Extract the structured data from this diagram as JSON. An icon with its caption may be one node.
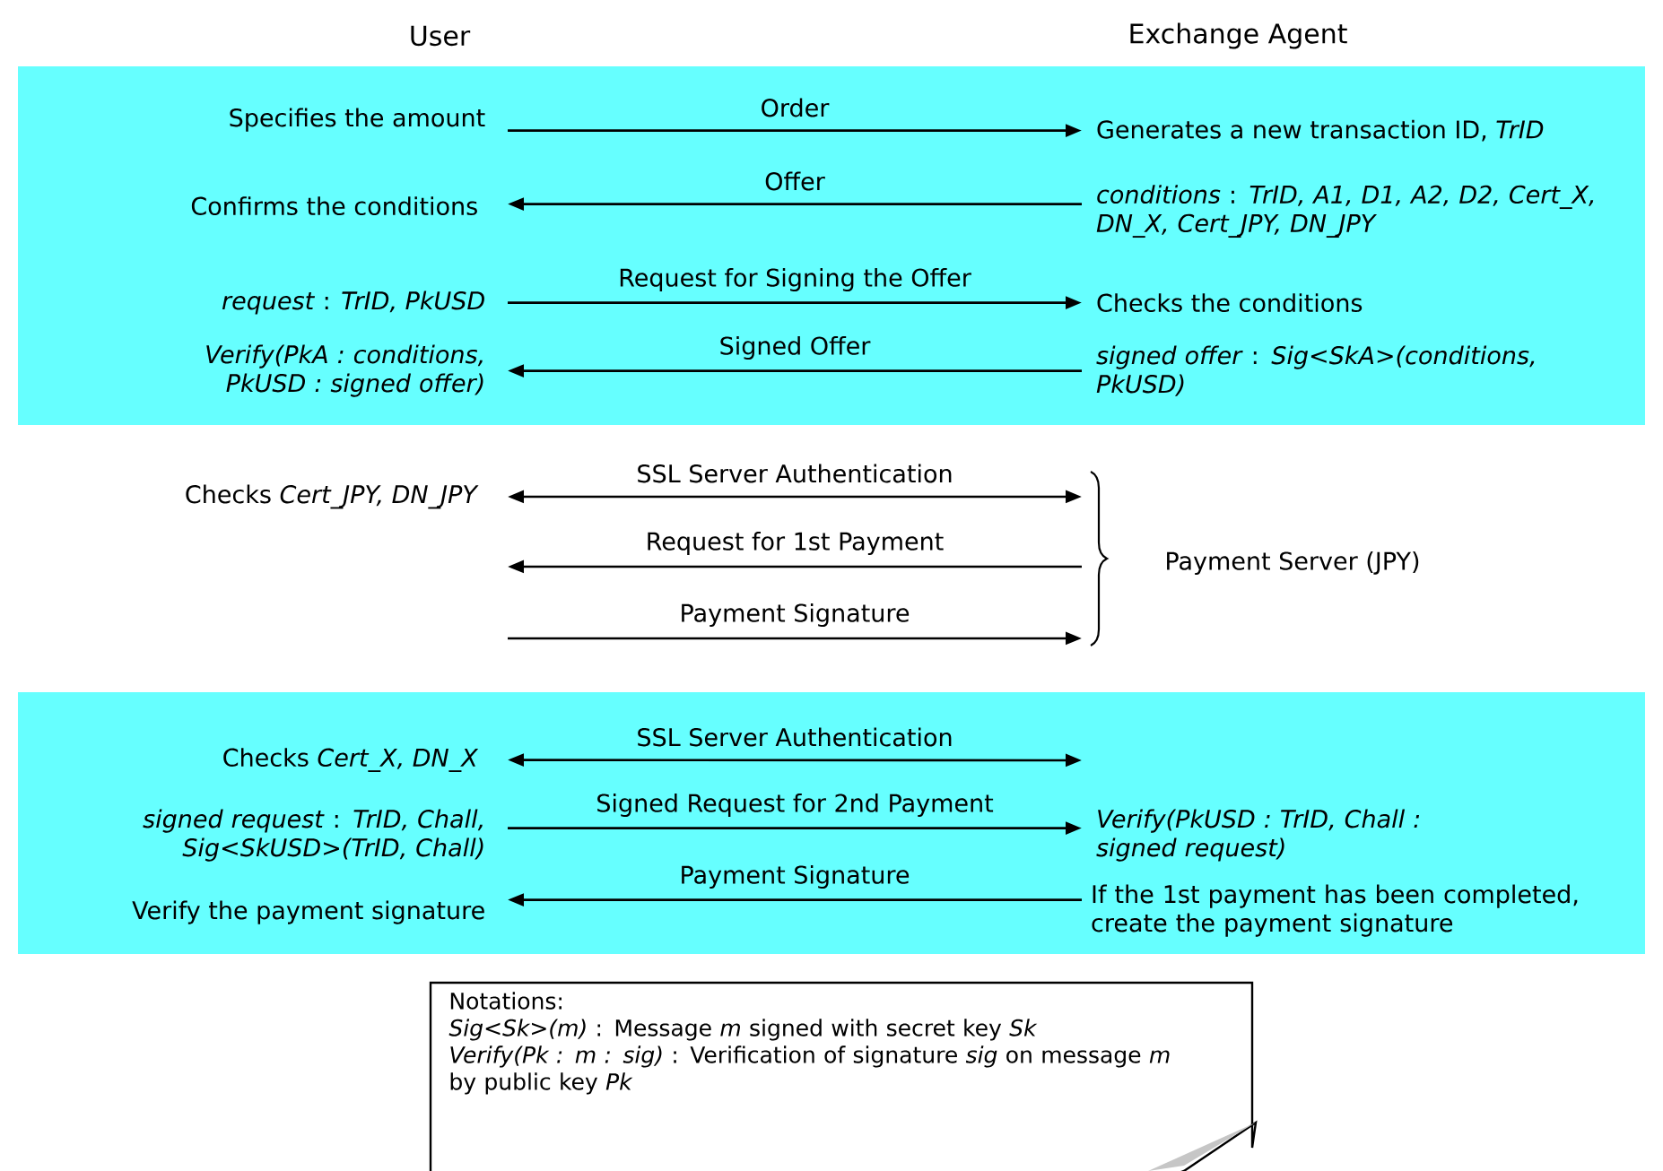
{
  "diagram": {
    "nodes": [
      {
        "text": [],
        "shape": "band"
      },
      {
        "text": [
          "Specifies the amount"
        ],
        "in": 0
      },
      {
        "text": [
          "Generates a new transaction ID, *TrID*"
        ],
        "in": 0
      },
      {
        "text": [
          "Confirms the conditions"
        ],
        "in": 0
      },
      {
        "text": [
          "*conditions* : *TrID, A1, D1, A2, D2, Cert_X, DN_X, Cert_JPY, DN_JPY*"
        ],
        "in": 0
      },
      {
        "text": [
          "*request* : *TrID, PkUSD*"
        ],
        "in": 0
      },
      {
        "text": [
          "Checks the conditions"
        ],
        "in": 0
      },
      {
        "text": [
          "Verify(PkA : conditions, PkUSD : signed offer)"
        ],
        "in": 0
      },
      {
        "text": [
          "*signed offer* : *Sig<SkA>(conditions, PkUSD)*"
        ],
        "in": 0
      },
      {
        "text": [
          "Checks *Cert_JPY, DN_JPY*"
        ]
      },
      {
        "text": [
          "Payment Server (JPY)"
        ]
      },
      {
        "text": [],
        "shape": "band"
      },
      {
        "text": [
          "Checks *Cert_X, DN_X*"
        ],
        "in": 11
      },
      {
        "text": [
          "*signed request* : *TrID, Chall, Sig<SkUSD>(TrID, Chall)*"
        ],
        "in": 11
      },
      {
        "text": [
          "Verify(PkUSD : TrID, Chall : signed request)"
        ],
        "in": 11
      },
      {
        "text": [
          "Verify the payment signature"
        ],
        "in": 11
      },
      {
        "text": [
          "If the 1st payment has been completed, create the payment signature"
        ],
        "in": 11
      },
      {
        "text": [
          "Notations:",
          "*Sig<Sk>(m)* : Message *m* signed with secret key *Sk*",
          "*Verify(Pk : m : sig)* : Verification of signature *sig* on message *m* by public key *Pk*"
        ]
      }
    ],
    "edges": [
      {
        "from": 1,
        "to": 2,
        "arrow": "to",
        "label": "Order"
      },
      {
        "from": 4,
        "to": 3,
        "arrow": "to",
        "label": "Offer"
      },
      {
        "from": 5,
        "to": 6,
        "arrow": "to",
        "label": "Request for Signing the Offer"
      },
      {
        "from": 8,
        "to": 7,
        "arrow": "to",
        "label": "Signed Offer"
      },
      {
        "from": 9,
        "to": 10,
        "arrow": "both",
        "label": "SSL Server Authentication"
      },
      {
        "from": 10,
        "to": null,
        "arrow": "to",
        "label": "Request for 1st Payment"
      },
      {
        "from": null,
        "to": 10,
        "arrow": "to",
        "label": "Payment Signature"
      },
      {
        "from": 12,
        "to": null,
        "arrow": "both",
        "label": "SSL Server Authentication"
      },
      {
        "from": 13,
        "to": 14,
        "arrow": "to",
        "label": "Signed Request for 2nd Payment"
      },
      {
        "from": 16,
        "to": 15,
        "arrow": "to",
        "label": "Payment Signature"
      }
    ],
    "labels": [
      "User",
      "Exchange Agent"
    ]
  }
}
